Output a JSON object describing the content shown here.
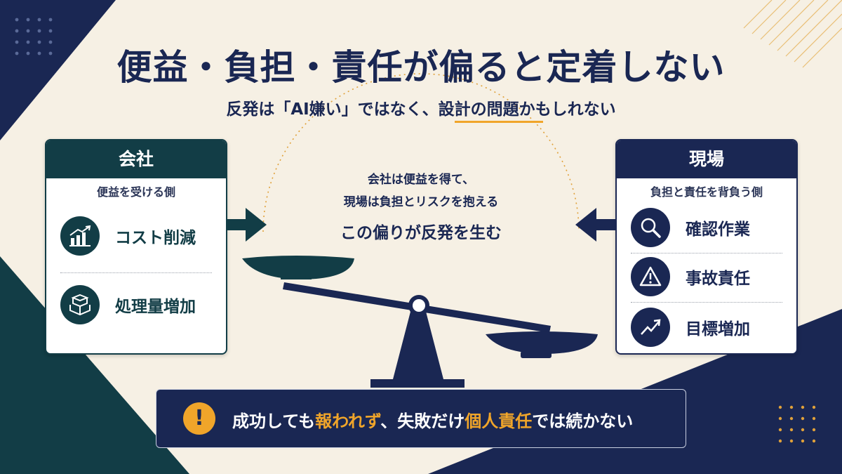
{
  "title": "便益・負担・責任が偏ると定着しない",
  "subtitle": "反発は「AI嫌い」ではなく、設計の問題かもしれない",
  "left_panel": {
    "header": "会社",
    "subheader": "便益を受ける側",
    "items": [
      {
        "label": "コスト削減",
        "icon": "bar-chart-up-icon"
      },
      {
        "label": "処理量増加",
        "icon": "stacked-boxes-icon"
      }
    ]
  },
  "right_panel": {
    "header": "現場",
    "subheader": "負担と責任を背負う側",
    "items": [
      {
        "label": "確認作業",
        "icon": "magnifier-icon"
      },
      {
        "label": "事故責任",
        "icon": "warning-icon"
      },
      {
        "label": "目標増加",
        "icon": "trend-up-icon"
      }
    ]
  },
  "center": {
    "line1": "会社は便益を得て、",
    "line2": "現場は負担とリスクを抱える",
    "line3": "この偏りが反発を生む"
  },
  "banner": {
    "part1": "成功しても",
    "hl1": "報われず",
    "part2": "、失敗だけ",
    "hl2": "個人責任",
    "part3": "では続かない"
  },
  "colors": {
    "navy": "#1a2753",
    "teal": "#123d46",
    "accent": "#f0a52a",
    "background": "#f6f0e4"
  }
}
